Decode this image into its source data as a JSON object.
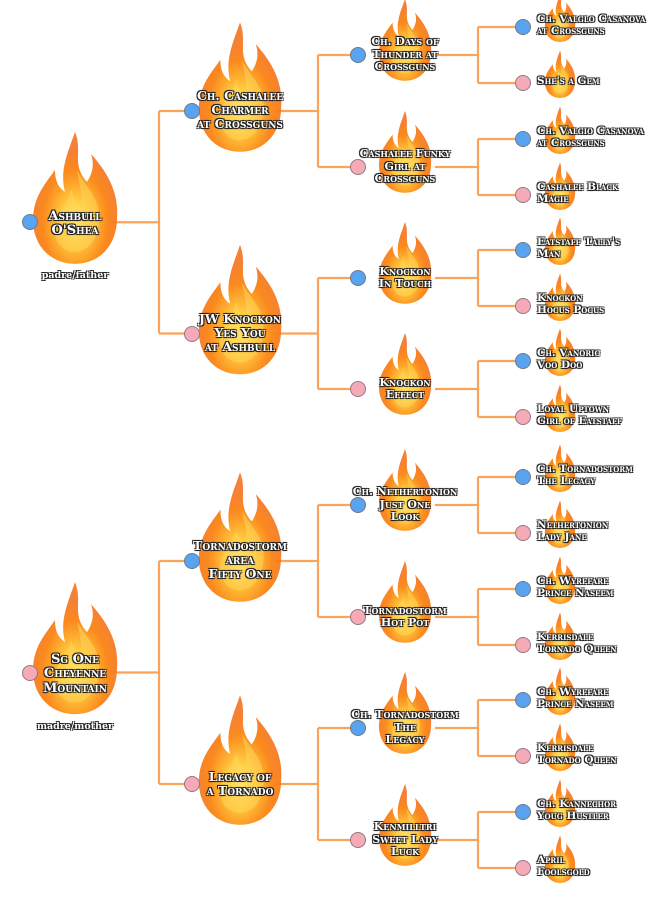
{
  "colors": {
    "line": "#f9a45a",
    "male": "#5aa3f0",
    "female": "#f6aab8"
  },
  "sire": {
    "name_lines": [
      "Ashbull",
      "O'Shea"
    ],
    "sex": "male",
    "role": "padre/father",
    "sire": {
      "name_lines": [
        "Ch. Cashalee",
        "Charmer",
        "at Crossguns"
      ],
      "sex": "male",
      "sire": {
        "name_lines": [
          "Ch. Days of",
          "Thunder at",
          "Crossguns"
        ],
        "sex": "male",
        "sire": {
          "name_lines": [
            "Ch. Valglo Casanova",
            "at Crossguns"
          ],
          "sex": "male"
        },
        "dam": {
          "name_lines": [
            "She's a Gem"
          ],
          "sex": "female"
        }
      },
      "dam": {
        "name_lines": [
          "Cashalee Funky",
          "Girl at",
          "Crossguns"
        ],
        "sex": "female",
        "sire": {
          "name_lines": [
            "Ch. Valgio Casanova",
            "at Crossguns"
          ],
          "sex": "male"
        },
        "dam": {
          "name_lines": [
            "Cashalee Black",
            "Magie"
          ],
          "sex": "female"
        }
      }
    },
    "dam": {
      "name_lines": [
        "JW Knockon",
        "Yes You",
        "at Ashbull"
      ],
      "sex": "female",
      "sire": {
        "name_lines": [
          "Knockon",
          "In Touch"
        ],
        "sex": "male",
        "sire": {
          "name_lines": [
            "Eatstaff Tally's",
            "Man"
          ],
          "sex": "male"
        },
        "dam": {
          "name_lines": [
            "Knockon",
            "Hocus Pocus"
          ],
          "sex": "female"
        }
      },
      "dam": {
        "name_lines": [
          "Knockon",
          "Effect"
        ],
        "sex": "female",
        "sire": {
          "name_lines": [
            "Ch. Vanoric",
            "Voo Doo"
          ],
          "sex": "male"
        },
        "dam": {
          "name_lines": [
            "Loyal Uptown",
            "Girl of Eatstaff"
          ],
          "sex": "female"
        }
      }
    }
  },
  "dam": {
    "name_lines": [
      "Sg One",
      "Cheyenne",
      "Mountain"
    ],
    "sex": "female",
    "role": "madre/mother",
    "sire": {
      "name_lines": [
        "Tornadostorm",
        "area",
        "Fifty One"
      ],
      "sex": "male",
      "sire": {
        "name_lines": [
          "Ch. Nethertonion",
          "Just One",
          "Look"
        ],
        "sex": "male",
        "sire": {
          "name_lines": [
            "Ch. Tornadostorm",
            "The Legacy"
          ],
          "sex": "male"
        },
        "dam": {
          "name_lines": [
            "Nethertonion",
            "Lady Jane"
          ],
          "sex": "female"
        }
      },
      "dam": {
        "name_lines": [
          "Tornadostorm",
          "Hot Pot"
        ],
        "sex": "female",
        "sire": {
          "name_lines": [
            "Ch. Wyrefare",
            "Prince Naseem"
          ],
          "sex": "male"
        },
        "dam": {
          "name_lines": [
            "Kerrisdale",
            "Tornado Queen"
          ],
          "sex": "female"
        }
      }
    },
    "dam": {
      "name_lines": [
        "Legacy of",
        "a Tornado"
      ],
      "sex": "female",
      "sire": {
        "name_lines": [
          "Ch. Tornadostorm",
          "The",
          "Legacy"
        ],
        "sex": "male",
        "sire": {
          "name_lines": [
            "Ch. Wyrefare",
            "Prince Naseem"
          ],
          "sex": "male"
        },
        "dam": {
          "name_lines": [
            "Kerrisdale",
            "Tornado Queen"
          ],
          "sex": "female"
        }
      },
      "dam": {
        "name_lines": [
          "Kenmilltri",
          "Sweet Lady",
          "Luck"
        ],
        "sex": "female",
        "sire": {
          "name_lines": [
            "Ch. Kannechor",
            "Youg Hustler"
          ],
          "sex": "male"
        },
        "dam": {
          "name_lines": [
            "April",
            "Foolsgold"
          ],
          "sex": "female"
        }
      }
    }
  }
}
